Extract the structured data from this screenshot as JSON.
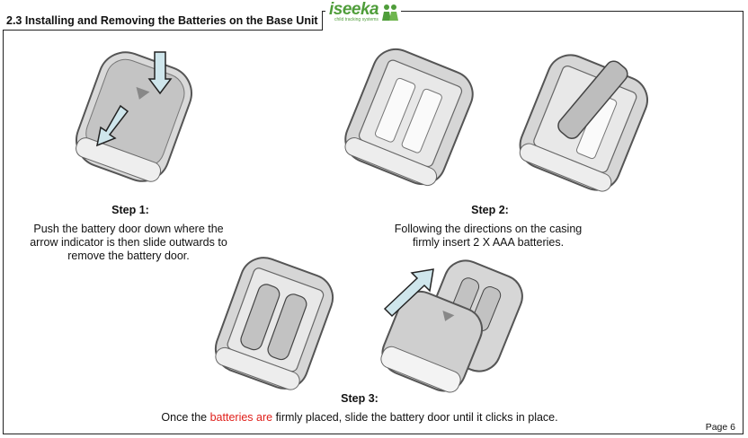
{
  "header": {
    "section_title": "2.3  Installing and Removing the Batteries on the Base Unit",
    "logo_word": "iseeka",
    "logo_tagline": "child tracking systems"
  },
  "steps": [
    {
      "label": "Step 1:",
      "text": "Push the battery door down where the arrow indicator is then slide outwards to remove the battery door."
    },
    {
      "label": "Step 2:",
      "text": "Following the directions on the casing firmly insert 2 X AAA batteries."
    },
    {
      "label": "Step 3:",
      "text_before": "Once the ",
      "text_highlight": "batteries are",
      "text_after": " firmly placed, slide the battery door until it clicks in place."
    }
  ],
  "footer": {
    "page": "Page 6"
  },
  "colors": {
    "highlight": "#e0201b",
    "brand": "#4f9d3a",
    "arrow_fill": "#cfe6ec"
  }
}
